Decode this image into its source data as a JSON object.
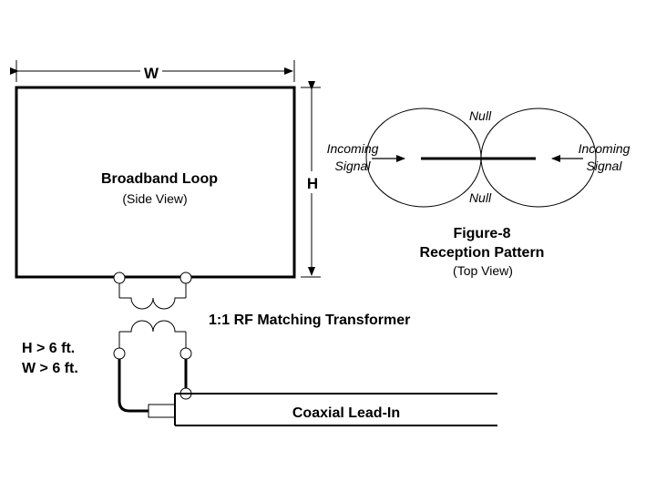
{
  "loop": {
    "width_label": "W",
    "height_label": "H",
    "title": "Broadband Loop",
    "subtitle": "(Side View)"
  },
  "pattern": {
    "null_top": "Null",
    "null_bottom": "Null",
    "incoming_left_line1": "Incoming",
    "incoming_left_line2": "Signal",
    "incoming_right_line1": "Incoming",
    "incoming_right_line2": "Signal",
    "title_line1": "Figure-8",
    "title_line2": "Reception Pattern",
    "subtitle": "(Top View)"
  },
  "transformer": {
    "label": "1:1 RF Matching Transformer"
  },
  "dimensions": {
    "height_req": "H > 6 ft.",
    "width_req": "W > 6 ft."
  },
  "coax": {
    "label": "Coaxial Lead-In"
  }
}
